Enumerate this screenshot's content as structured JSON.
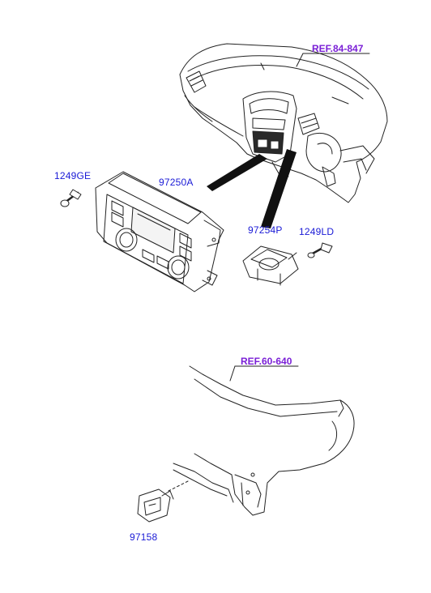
{
  "diagram": {
    "references": [
      {
        "id": "ref-84-847",
        "text": "REF.84-847"
      },
      {
        "id": "ref-60-640",
        "text": "REF.60-640"
      }
    ],
    "parts": [
      {
        "id": "p1249GE",
        "text": "1249GE"
      },
      {
        "id": "p97250A",
        "text": "97250A"
      },
      {
        "id": "p97254P",
        "text": "97254P"
      },
      {
        "id": "p1249LD",
        "text": "1249LD"
      },
      {
        "id": "p97158",
        "text": "97158"
      }
    ]
  },
  "colors": {
    "label": "#1a1ad6",
    "reference": "#7a1fd6",
    "linework": "#222222"
  }
}
